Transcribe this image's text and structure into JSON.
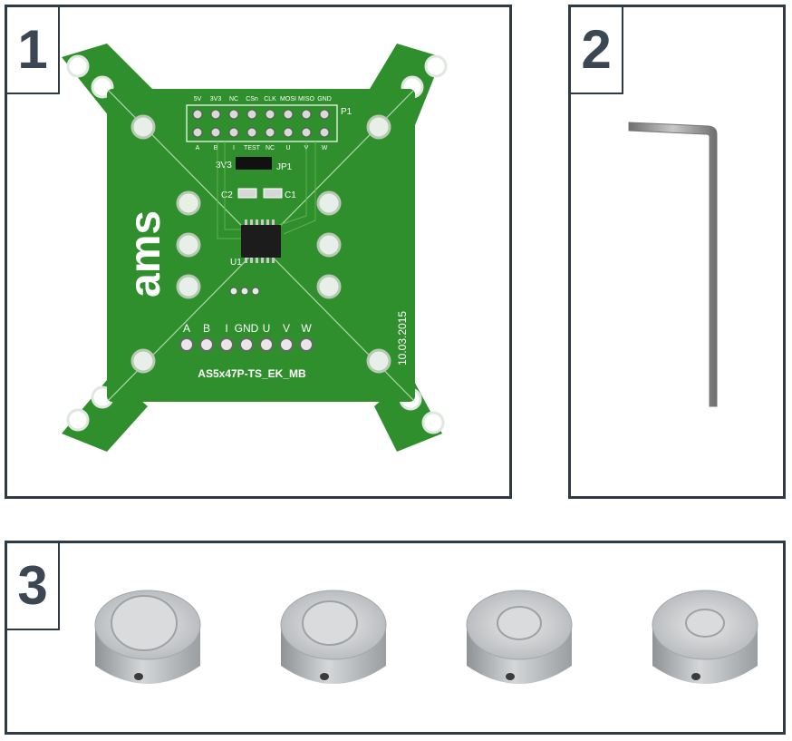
{
  "panels": [
    {
      "number": "1",
      "content": "pcb-board"
    },
    {
      "number": "2",
      "content": "allen-key"
    },
    {
      "number": "3",
      "content": "magnet-holders"
    }
  ],
  "pcb": {
    "connector_top_labels": [
      "5V",
      "3V3",
      "NC",
      "CSn",
      "CLK",
      "MOSI",
      "MISO",
      "GND"
    ],
    "connector_bottom_labels": [
      "A",
      "B",
      "I",
      "TEST",
      "NC",
      "U",
      "V",
      "W"
    ],
    "connector_ref": "P1",
    "jumper_label": "3V3",
    "jumper_ref": "JP1",
    "cap_left": "C2",
    "cap_right": "C1",
    "chip_ref": "U1",
    "logo": "ams",
    "pin_labels": [
      "A",
      "B",
      "I",
      "GND",
      "U",
      "V",
      "W"
    ],
    "board_name": "AS5x47P-TS_EK_MB",
    "date": "10.03.2015"
  },
  "colors": {
    "frame": "#2f3a45",
    "number_text": "#3c4754",
    "pcb_green": "#2f8f2c",
    "pcb_dark": "#236f22",
    "silkscreen": "#ffffff",
    "metal": "#b9bcbf",
    "hex_key": "#8e8e8e"
  }
}
